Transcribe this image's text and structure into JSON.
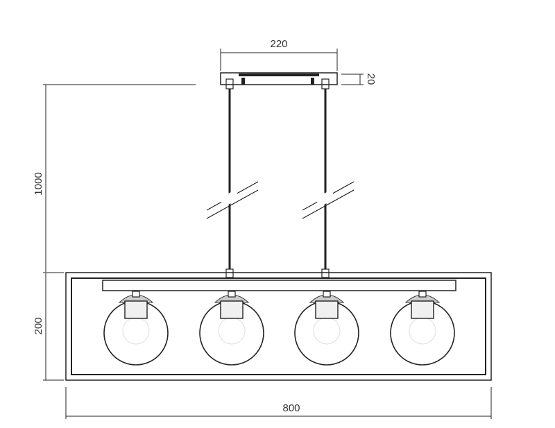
{
  "dimensions": {
    "canopy_width": "220",
    "canopy_height": "20",
    "suspension_length": "1000",
    "body_height": "200",
    "body_width": "800"
  },
  "lamp_count": 4,
  "line_color": "#222222"
}
